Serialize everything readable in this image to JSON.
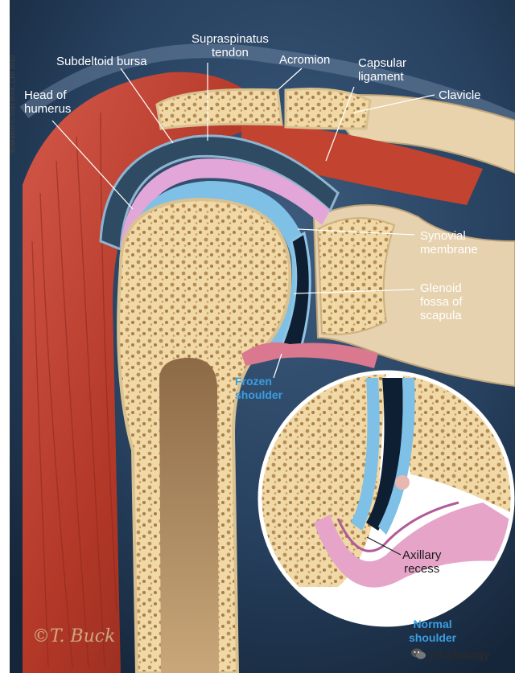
{
  "credit": "Illustration © Todd Buck, CMI 2010",
  "labels": {
    "supraspinatus_1": "Supraspinatus",
    "supraspinatus_2": "tendon",
    "subdeltoid_bursa": "Subdeltoid bursa",
    "acromion": "Acromion",
    "capsular_1": "Capsular",
    "capsular_2": "ligament",
    "head_1": "Head of",
    "head_2": "humerus",
    "clavicle": "Clavicle",
    "synovial_1": "Synovial",
    "synovial_2": "membrane",
    "glenoid_1": "Glenoid",
    "glenoid_2": "fossa of",
    "glenoid_3": "scapula",
    "frozen_1": "Frozen",
    "frozen_2": "shoulder",
    "axillary_1": "Axillary",
    "axillary_2": "recess",
    "normal_1": "Normal",
    "normal_2": "shoulder"
  },
  "signature": "©T. Buck",
  "watermark": "jxradiology",
  "colors": {
    "background": "#1f3550",
    "muscle": "#b83a2a",
    "bone": "#efd9a8",
    "cartilage": "#8fc4e4",
    "capsule": "#d79ad0",
    "label_blue": "#3a9ee3"
  }
}
